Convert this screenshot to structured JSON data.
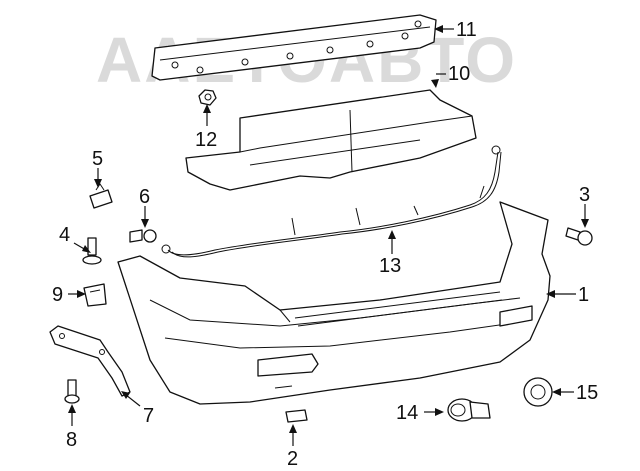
{
  "watermark": {
    "text": "AAETOABTO"
  },
  "callouts": [
    {
      "id": "callout-1",
      "label": "1"
    },
    {
      "id": "callout-2",
      "label": "2"
    },
    {
      "id": "callout-3",
      "label": "3"
    },
    {
      "id": "callout-4",
      "label": "4"
    },
    {
      "id": "callout-5",
      "label": "5"
    },
    {
      "id": "callout-6",
      "label": "6"
    },
    {
      "id": "callout-7",
      "label": "7"
    },
    {
      "id": "callout-8",
      "label": "8"
    },
    {
      "id": "callout-9",
      "label": "9"
    },
    {
      "id": "callout-10",
      "label": "10"
    },
    {
      "id": "callout-11",
      "label": "11"
    },
    {
      "id": "callout-12",
      "label": "12"
    },
    {
      "id": "callout-13",
      "label": "13"
    },
    {
      "id": "callout-14",
      "label": "14"
    },
    {
      "id": "callout-15",
      "label": "15"
    }
  ]
}
